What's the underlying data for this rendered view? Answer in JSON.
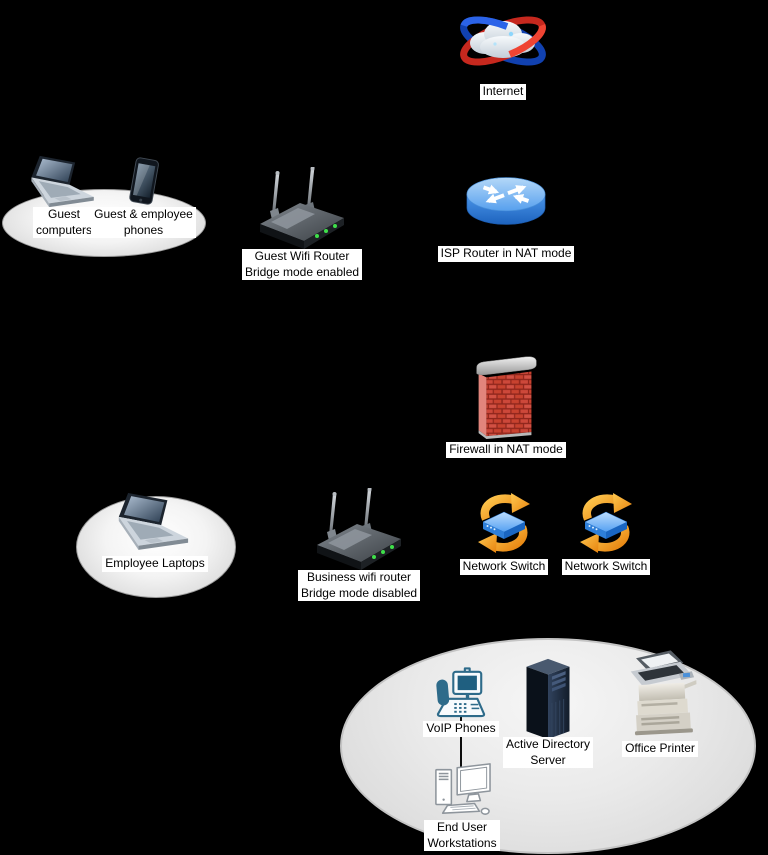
{
  "nodes": {
    "internet": {
      "label": "Internet"
    },
    "guest_computers": {
      "line1": "Guest",
      "line2": "computers"
    },
    "guest_employee_phones": {
      "line1": "Guest & employee",
      "line2": "phones"
    },
    "guest_wifi_router": {
      "line1": "Guest Wifi Router",
      "line2": "Bridge mode enabled"
    },
    "isp_router": {
      "label": "ISP Router in NAT mode"
    },
    "firewall": {
      "label": "Firewall in NAT mode"
    },
    "employee_laptops": {
      "label": "Employee Laptops"
    },
    "business_wifi_router": {
      "line1": "Business wifi router",
      "line2": "Bridge mode disabled"
    },
    "network_switch_left": {
      "label": "Network Switch"
    },
    "network_switch_right": {
      "label": "Network Switch"
    },
    "voip_phones": {
      "label": "VoIP Phones"
    },
    "active_directory_server": {
      "line1": "Active Directory",
      "line2": "Server"
    },
    "office_printer": {
      "label": "Office Printer"
    },
    "end_user_workstations": {
      "line1": "End User",
      "line2": "Workstations"
    }
  },
  "icons": {
    "internet": "internet-cloud-icon",
    "laptop": "laptop-icon",
    "smartphone": "smartphone-icon",
    "wifi_router": "wifi-router-icon",
    "isp_router": "cisco-router-icon",
    "firewall": "firewall-brick-icon",
    "network_switch": "network-switch-icon",
    "voip_phone": "voip-phone-icon",
    "server": "server-tower-icon",
    "printer": "office-printer-icon",
    "workstation": "desktop-workstation-icon"
  },
  "colors": {
    "canvas_bg": "#000000",
    "label_bg": "#ffffff",
    "label_text": "#000000",
    "zone_fill": "#e9e9e9",
    "router_blue": "#3d8de4",
    "firewall_red": "#c0392b",
    "switch_orange": "#f09a1a",
    "switch_blue": "#4f9df0",
    "led_green": "#3fe04a",
    "voip_stroke": "#2e6b8a",
    "connector": "#0d0d0d"
  }
}
